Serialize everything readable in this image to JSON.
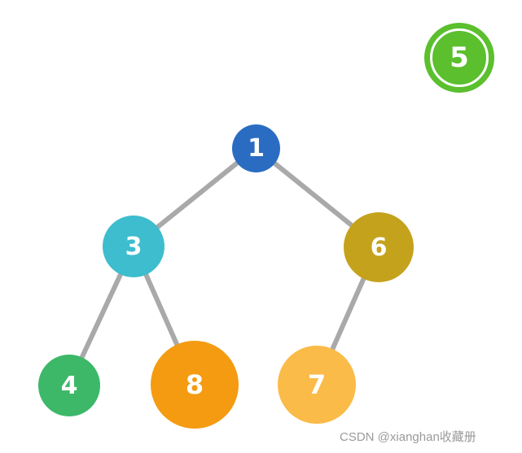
{
  "diagram": {
    "type": "binary-heap-tree",
    "edge_color": "#a9a9a9",
    "floating_node": {
      "label": "5",
      "color": "#5bbf2e",
      "ring_color": "#ffffff"
    },
    "nodes": [
      {
        "id": "n1",
        "label": "1",
        "color": "#2a6cc2"
      },
      {
        "id": "n3",
        "label": "3",
        "color": "#3dbdce"
      },
      {
        "id": "n6",
        "label": "6",
        "color": "#c4a21c"
      },
      {
        "id": "n4",
        "label": "4",
        "color": "#3cb868"
      },
      {
        "id": "n8",
        "label": "8",
        "color": "#f49b12"
      },
      {
        "id": "n7",
        "label": "7",
        "color": "#fbbb48"
      }
    ],
    "edges": [
      [
        "1",
        "3"
      ],
      [
        "1",
        "6"
      ],
      [
        "3",
        "4"
      ],
      [
        "3",
        "8"
      ],
      [
        "6",
        "7"
      ]
    ]
  },
  "watermark": "CSDN @xianghan收藏册"
}
